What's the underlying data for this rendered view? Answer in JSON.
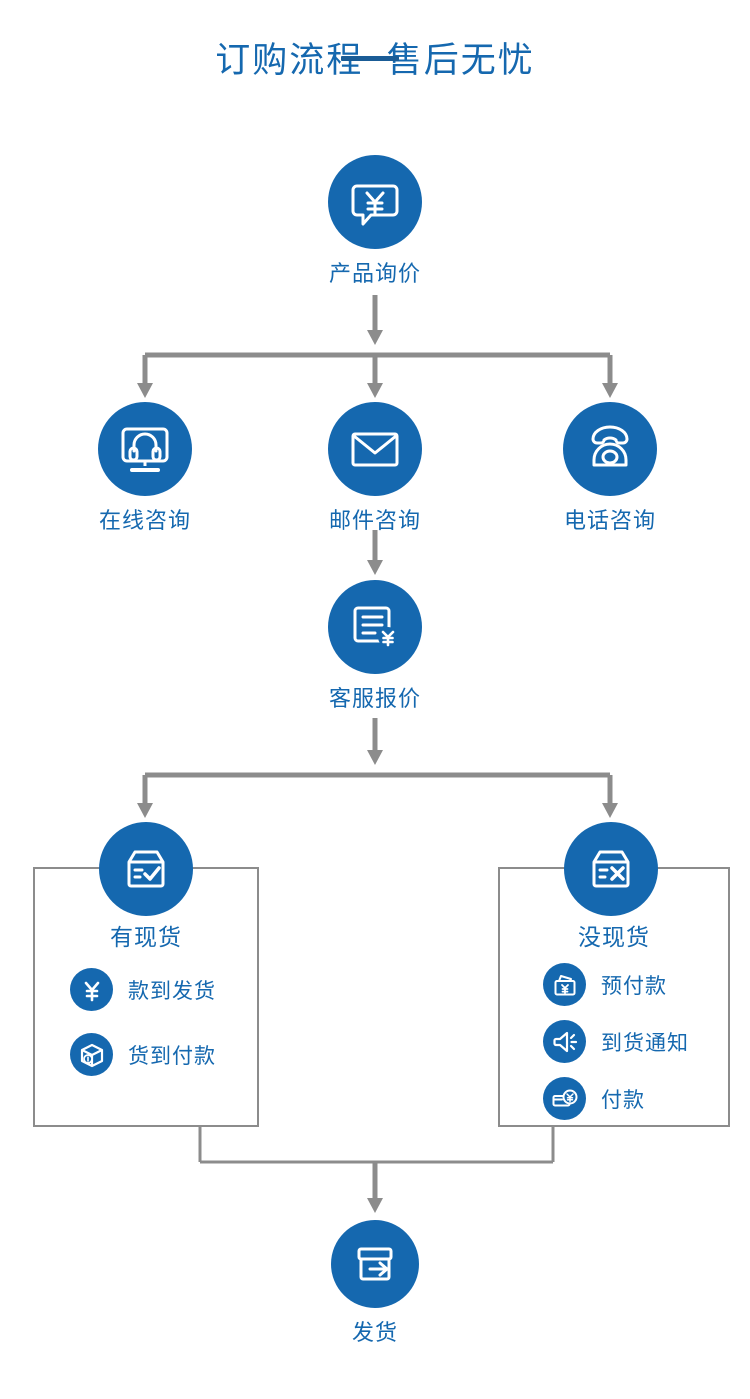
{
  "header": {
    "title": "订购流程  售后无忧",
    "underline_color": "#1A5C96"
  },
  "theme": {
    "brand_blue": "#1568AF",
    "connector_gray": "#8C8C8C",
    "background": "#ffffff"
  },
  "flow": {
    "start": {
      "label": "产品询价",
      "icon": "chat-bubble-yen-icon"
    },
    "contact_methods": [
      {
        "label": "在线咨询",
        "icon": "monitor-headset-icon"
      },
      {
        "label": "邮件咨询",
        "icon": "envelope-icon"
      },
      {
        "label": "电话咨询",
        "icon": "telephone-icon"
      }
    ],
    "quote": {
      "label": "客服报价",
      "icon": "document-yen-icon"
    },
    "stock_branches": [
      {
        "id": "in-stock",
        "label": "有现货",
        "icon": "box-check-icon",
        "options": [
          {
            "label": "款到发货",
            "icon": "yen-icon"
          },
          {
            "label": "货到付款",
            "icon": "package-cube-icon"
          }
        ]
      },
      {
        "id": "out-of-stock",
        "label": "没现货",
        "icon": "box-x-icon",
        "options": [
          {
            "label": "预付款",
            "icon": "wallet-yen-icon"
          },
          {
            "label": "到货通知",
            "icon": "speaker-notify-icon"
          },
          {
            "label": "付款",
            "icon": "card-yen-icon"
          }
        ]
      }
    ],
    "end": {
      "label": "发货",
      "icon": "box-arrow-out-icon"
    }
  }
}
